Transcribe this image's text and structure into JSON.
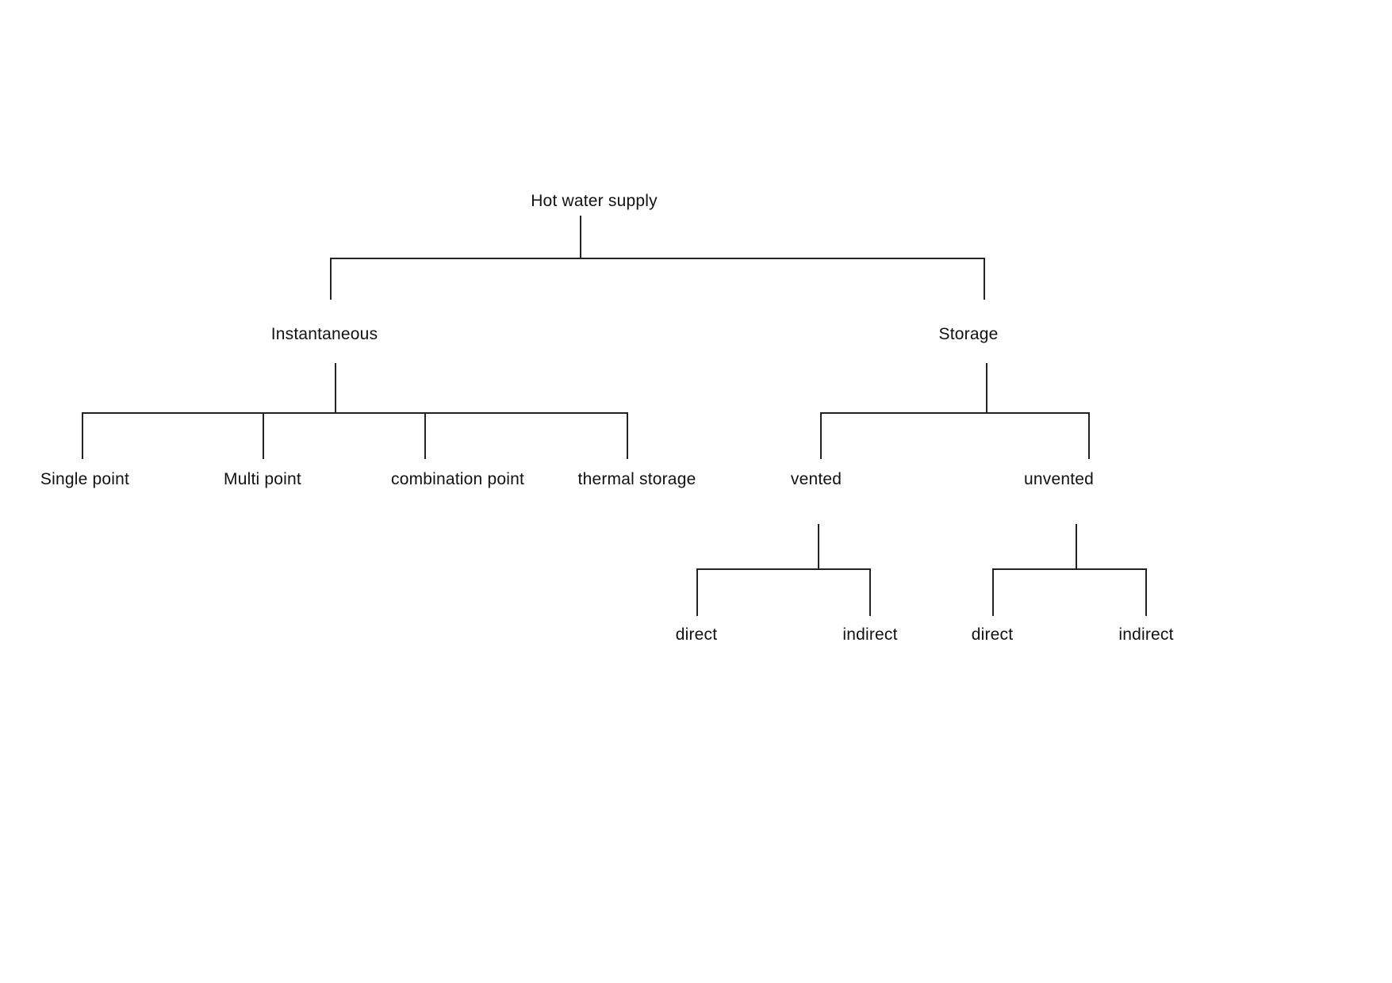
{
  "diagram": {
    "title": "Hot water supply",
    "tree": {
      "label": "Hot water supply",
      "children": [
        {
          "label": "Instantaneous",
          "children": [
            {
              "label": "Single point"
            },
            {
              "label": "Multi point"
            },
            {
              "label": "combination point"
            },
            {
              "label": "thermal storage"
            }
          ]
        },
        {
          "label": "Storage",
          "children": [
            {
              "label": "vented",
              "children": [
                {
                  "label": "direct"
                },
                {
                  "label": "indirect"
                }
              ]
            },
            {
              "label": "unvented",
              "children": [
                {
                  "label": "direct"
                },
                {
                  "label": "indirect"
                }
              ]
            }
          ]
        }
      ]
    },
    "colors": {
      "background": "#ffffff",
      "text": "#111111",
      "line": "#222222"
    }
  }
}
